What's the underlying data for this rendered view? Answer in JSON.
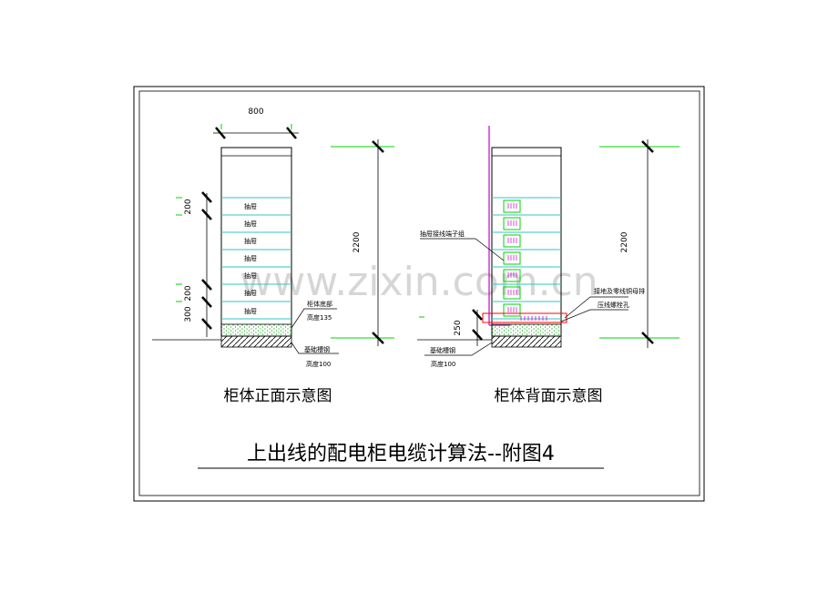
{
  "front": {
    "width_dim": "800",
    "height_dim": "2200",
    "drawer_dim": "200",
    "drawer_dim_2": "200",
    "base_dim": "300",
    "drawer_label": "抽屉",
    "base_label": "柜体底部",
    "base_height": "高度135",
    "channel_label": "基础槽钢",
    "channel_height": "高度100",
    "caption": "柜体正面示意图"
  },
  "back": {
    "height_dim": "2200",
    "base_dim": "250",
    "terminal_label": "抽屉接线端子组",
    "busbar_label": "接地及零线铜母排",
    "bolt_label": "压线螺栓孔",
    "channel_label": "基础槽钢",
    "channel_height": "高度100",
    "caption": "柜体背面示意图"
  },
  "title": "上出线的配电柜电缆计算法--附图4",
  "watermark": "www.zixin.com.cn",
  "colors": {
    "line": "#000000",
    "drawer": "#33c6c6",
    "green": "#00d400",
    "magenta": "#cc00cc",
    "red": "#ff0000"
  }
}
